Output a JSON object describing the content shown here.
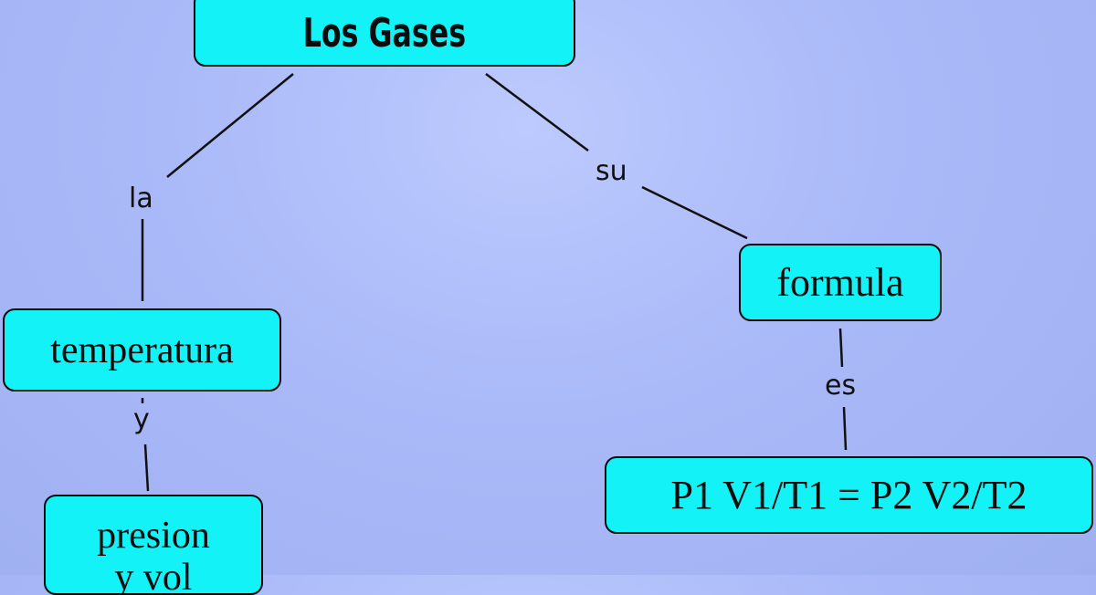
{
  "diagram": {
    "root": {
      "label": "Los Gases"
    },
    "nodes": {
      "temperatura": {
        "label": "temperatura"
      },
      "formula": {
        "label": "formula"
      },
      "equation": {
        "label": "P1 V1/T1 = P2 V2/T2"
      },
      "presion": {
        "label": "presion",
        "label_continued": "y vol"
      }
    },
    "links": {
      "la": {
        "label": "la"
      },
      "su": {
        "label": "su"
      },
      "es": {
        "label": "es"
      },
      "y": {
        "label": "y"
      }
    }
  },
  "colors": {
    "node_fill": "#13f2f6",
    "node_border": "#0c0c0c",
    "background": "#aab9f8",
    "line": "#111111"
  }
}
